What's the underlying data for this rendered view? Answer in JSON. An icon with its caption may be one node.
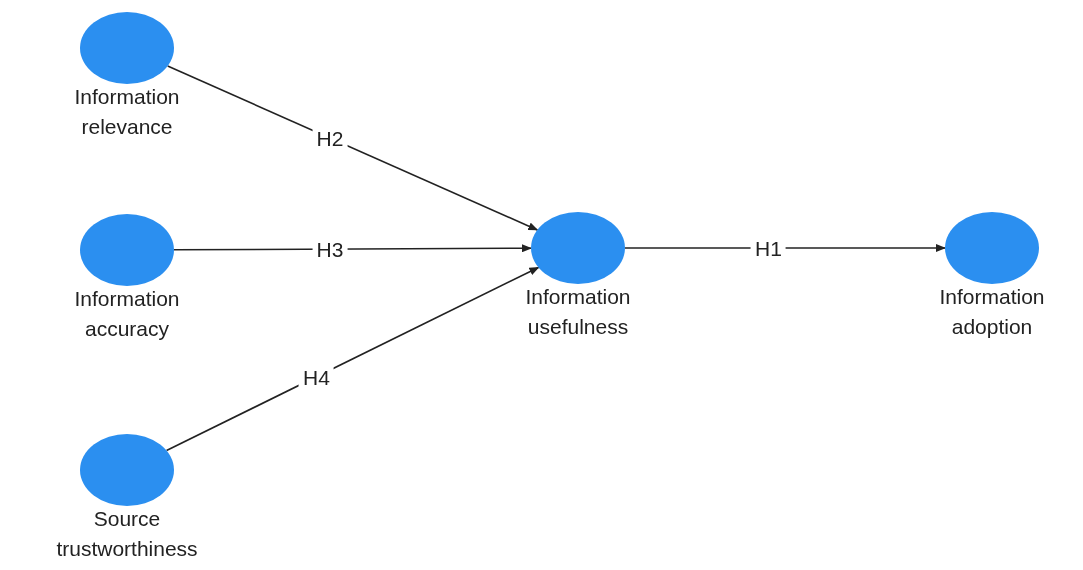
{
  "diagram": {
    "nodes": [
      {
        "text": [
          "Information relevance"
        ]
      },
      {
        "text": [
          "Information accuracy"
        ]
      },
      {
        "text": [
          "Source trustworthiness"
        ]
      },
      {
        "text": [
          "Information usefulness"
        ]
      },
      {
        "text": [
          "Information adoption"
        ]
      }
    ],
    "edges": [
      {
        "from": 0,
        "to": 3,
        "arrow": "to",
        "label": "H2"
      },
      {
        "from": 1,
        "to": 3,
        "arrow": "to",
        "label": "H3"
      },
      {
        "from": 2,
        "to": 3,
        "arrow": "to",
        "label": "H4"
      },
      {
        "from": 3,
        "to": 4,
        "arrow": "to",
        "label": "H1"
      }
    ]
  }
}
